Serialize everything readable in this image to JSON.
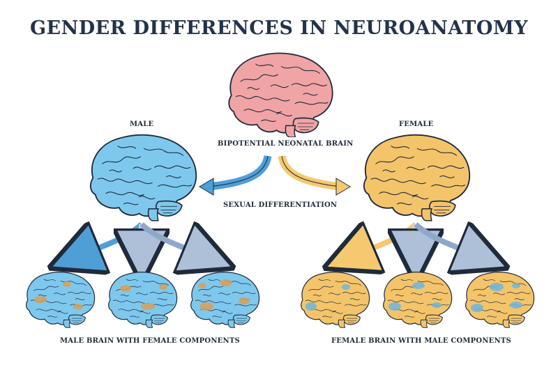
{
  "title": "GENDER DIFFERENCES IN NEUROANATOMY",
  "labels": {
    "male": "MALE",
    "female": "FEMALE",
    "bipotential": "BIPOTENTIAL NEONATAL BRAIN",
    "differentiation": "SEXUAL DIFFERENTIATION",
    "male_variants": "MALE BRAIN WITH FEMALE COMPONENTS",
    "female_variants": "FEMALE BRAIN WITH MALE COMPONENTS"
  },
  "colors": {
    "neonatal_brain": "#f0a4a6",
    "male_brain": "#7ec8ee",
    "female_brain": "#f4c46a",
    "male_arrow": "#4f9fd6",
    "female_arrow": "#f6c970",
    "outline": "#1f2a3a"
  }
}
